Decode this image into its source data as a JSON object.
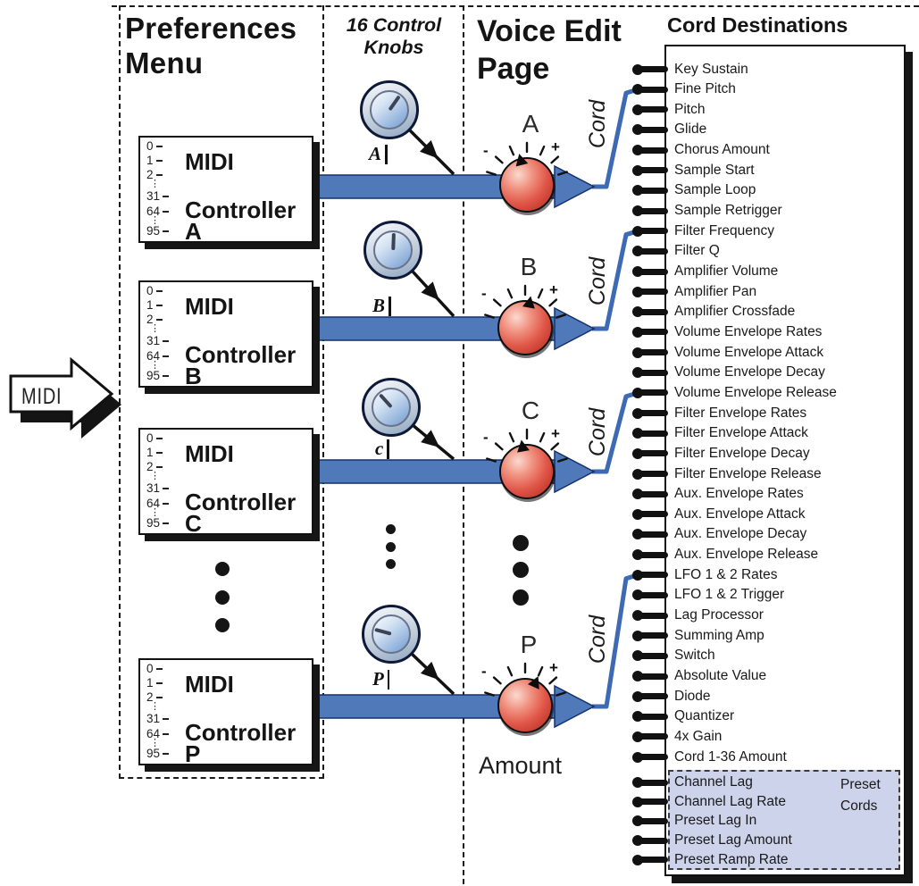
{
  "diagram": {
    "preferences_menu_title": "Preferences Menu",
    "control_knobs_title": "16 Control Knobs",
    "voice_edit_title": "Voice Edit Page",
    "cord_destinations_title": "Cord Destinations",
    "midi_input_label": "MIDI",
    "amount_label": "Amount",
    "cord_label": "Cord",
    "preset_cords_label": "Preset Cords"
  },
  "scale_ticks": [
    "0",
    "1",
    "2",
    "⋮",
    "31",
    "64",
    "⋮",
    "95"
  ],
  "controllers": [
    {
      "name": "MIDI Controller A",
      "line1": "MIDI",
      "line2": "Controller",
      "letter": "A",
      "knob_label": "A",
      "amount_letter": "A",
      "minus": "-",
      "plus": "+",
      "cord_target": "Fine Pitch"
    },
    {
      "name": "MIDI Controller B",
      "line1": "MIDI",
      "line2": "Controller",
      "letter": "B",
      "knob_label": "B",
      "amount_letter": "B",
      "minus": "-",
      "plus": "+",
      "cord_target": "Filter Frequency"
    },
    {
      "name": "MIDI Controller C",
      "line1": "MIDI",
      "line2": "Controller",
      "letter": "C",
      "knob_label": "c",
      "amount_letter": "C",
      "minus": "-",
      "plus": "+",
      "cord_target": "Volume Envelope Release"
    },
    {
      "name": "MIDI Controller P",
      "line1": "MIDI",
      "line2": "Controller",
      "letter": "P",
      "knob_label": "P",
      "amount_letter": "P",
      "minus": "-",
      "plus": "+",
      "cord_target": "LFO 1 & 2 Rates"
    }
  ],
  "cord_destinations": [
    "Key Sustain",
    "Fine Pitch",
    "Pitch",
    "Glide",
    "Chorus Amount",
    "Sample Start",
    "Sample Loop",
    "Sample Retrigger",
    "Filter Frequency",
    "Filter Q",
    "Amplifier Volume",
    "Amplifier Pan",
    "Amplifier Crossfade",
    "Volume Envelope Rates",
    "Volume Envelope Attack",
    "Volume Envelope Decay",
    "Volume Envelope Release",
    "Filter Envelope Rates",
    "Filter Envelope Attack",
    "Filter Envelope Decay",
    "Filter Envelope Release",
    "Aux. Envelope Rates",
    "Aux. Envelope Attack",
    "Aux. Envelope Decay",
    "Aux. Envelope Release",
    "LFO 1 & 2 Rates",
    "LFO 1 & 2 Trigger",
    "Lag Processor",
    "Summing Amp",
    "Switch",
    "Absolute Value",
    "Diode",
    "Quantizer",
    "4x Gain",
    "Cord 1-36 Amount"
  ],
  "preset_cord_destinations": [
    "Channel Lag",
    "Channel Lag Rate",
    "Preset Lag In",
    "Preset Lag Amount",
    "Preset Ramp Rate"
  ],
  "colors": {
    "band_blue": "#4f79b8",
    "band_dark": "#2b4e9a",
    "band_edge": "#14306e",
    "cord_blue": "#3d6ab2",
    "knob_red": "#e05648",
    "knob_blue": "#6f9ad0",
    "preset_box_bg": "#ccd3ea",
    "outline": "#111111"
  }
}
